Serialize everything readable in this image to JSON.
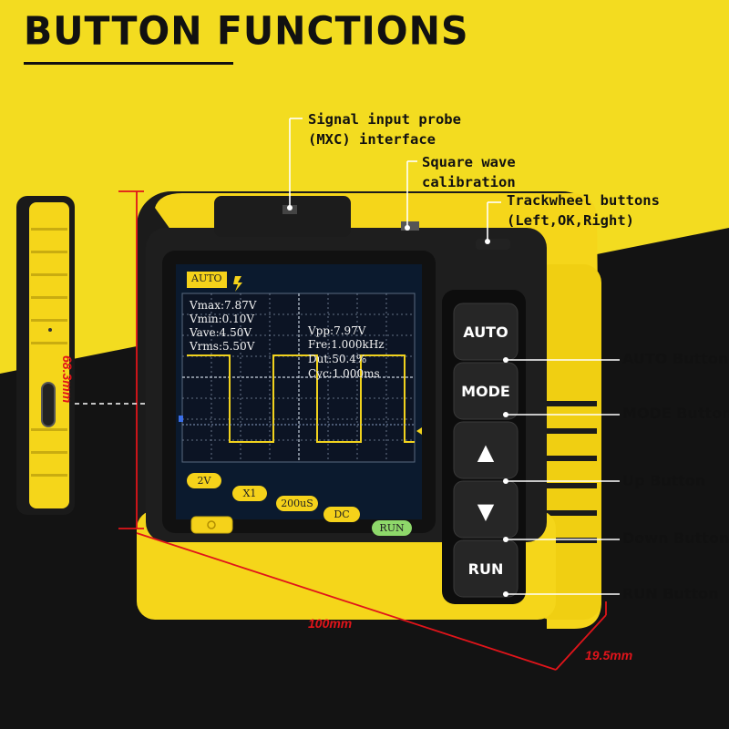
{
  "title": "BUTTON FUNCTIONS",
  "callouts": {
    "signal_probe_1": "Signal input probe",
    "signal_probe_2": "(MXC) interface",
    "square_wave_1": "Square wave",
    "square_wave_2": "calibration",
    "trackwheel_1": "Trackwheel buttons",
    "trackwheel_2": "(Left,OK,Right)",
    "auto_button": "AUTO Button",
    "mode_button": "MODE Button",
    "up_button": "Up Button",
    "down_button": "Down Button",
    "run_button": "RUN Button"
  },
  "dimensions": {
    "height": "68.3mm",
    "width": "100mm",
    "depth": "19.5mm"
  },
  "device_buttons": {
    "auto": "AUTO",
    "mode": "MODE",
    "up": "▲",
    "down": "▼",
    "run": "RUN"
  },
  "screen": {
    "mode_tab": "AUTO",
    "vmax": "Vmax:7.87V",
    "vmin": "Vmin:0.10V",
    "vave": "Vave:4.50V",
    "vrms": "Vrms:5.50V",
    "vpp": "Vpp:7.97V",
    "freq": "Fre:1.000kHz",
    "duty": "Dut:50.4%",
    "cycle": "Cyc:1.000ms",
    "pills": [
      "2V",
      "X1",
      "200uS",
      "DC",
      "RUN"
    ]
  },
  "colors": {
    "yellow": "#f5d81b",
    "dark": "#111111",
    "red_dimension": "#e0141a"
  }
}
